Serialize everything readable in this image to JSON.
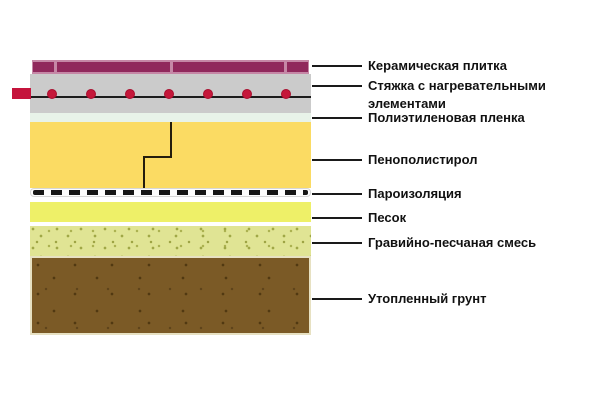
{
  "diagram": {
    "description": "Схема слоёв тёплого пола",
    "layers": [
      {
        "id": "ceramic-tile",
        "label": "Керамическая плитка",
        "color": "#90285C"
      },
      {
        "id": "screed",
        "label": "Стяжка с нагревательными элементами",
        "color": "#CBCBCB"
      },
      {
        "id": "film",
        "label": "Полиэтиленовая пленка",
        "color": "#E8F3E9"
      },
      {
        "id": "polystyrene",
        "label": "Пенополистирол",
        "color": "#FBDB63"
      },
      {
        "id": "vapor-barrier",
        "label": "Пароизоляция",
        "color": "#161616"
      },
      {
        "id": "sand",
        "label": "Песок",
        "color": "#EEF068"
      },
      {
        "id": "gravel-sand",
        "label": "Гравийно-песчаная смесь",
        "color": "#E0E494"
      },
      {
        "id": "soil",
        "label": "Утопленный грунт",
        "color": "#7B5A26"
      }
    ],
    "accent_red": "#C5143C",
    "tile_grout": "#C587A6"
  }
}
